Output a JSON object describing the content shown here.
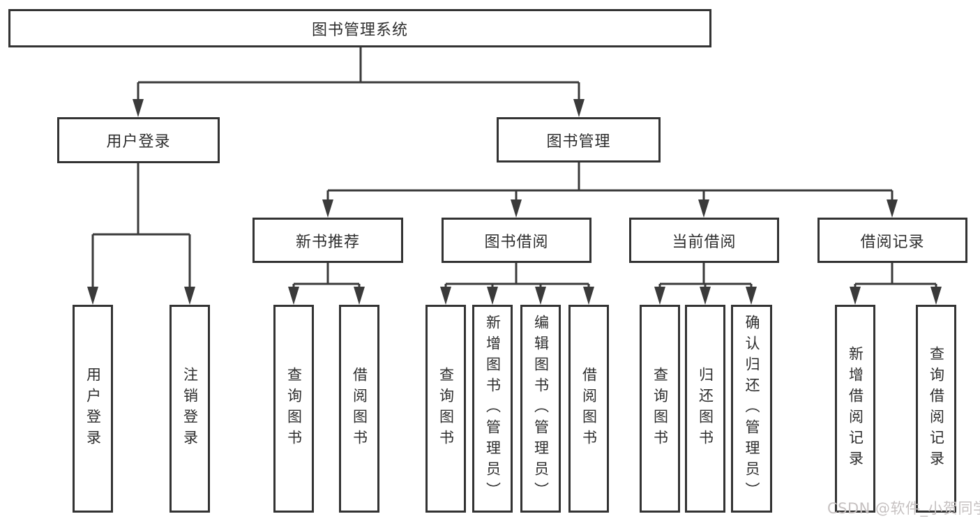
{
  "nodes": {
    "root": {
      "label": "图书管理系统"
    },
    "user_login": {
      "label": "用户登录"
    },
    "book_mgmt": {
      "label": "图书管理"
    },
    "new_book_rec": {
      "label": "新书推荐"
    },
    "book_borrow": {
      "label": "图书借阅"
    },
    "current_borrow": {
      "label": "当前借阅"
    },
    "borrow_record": {
      "label": "借阅记录"
    },
    "leaf_user_login": {
      "label": "用户登录"
    },
    "leaf_logout": {
      "label": "注销登录"
    },
    "leaf_query_book_1": {
      "label": "查询图书"
    },
    "leaf_borrow_book_1": {
      "label": "借阅图书"
    },
    "leaf_query_book_2": {
      "label": "查询图书"
    },
    "leaf_add_book": {
      "label": "新增图书（管理员）"
    },
    "leaf_edit_book": {
      "label": "编辑图书（管理员）"
    },
    "leaf_borrow_book_2": {
      "label": "借阅图书"
    },
    "leaf_query_book_3": {
      "label": "查询图书"
    },
    "leaf_return_book": {
      "label": "归还图书"
    },
    "leaf_confirm_return": {
      "label": "确认归还（管理员）"
    },
    "leaf_add_record": {
      "label": "新增借阅记录"
    },
    "leaf_query_record": {
      "label": "查询借阅记录"
    }
  },
  "watermark": {
    "text": "CSDN @软件_小贺同学"
  },
  "colors": {
    "line": "#3a3a3a",
    "box_border": "#333333",
    "text": "#2d2d2d",
    "watermark": "#c6c1c1",
    "background": "#ffffff"
  }
}
